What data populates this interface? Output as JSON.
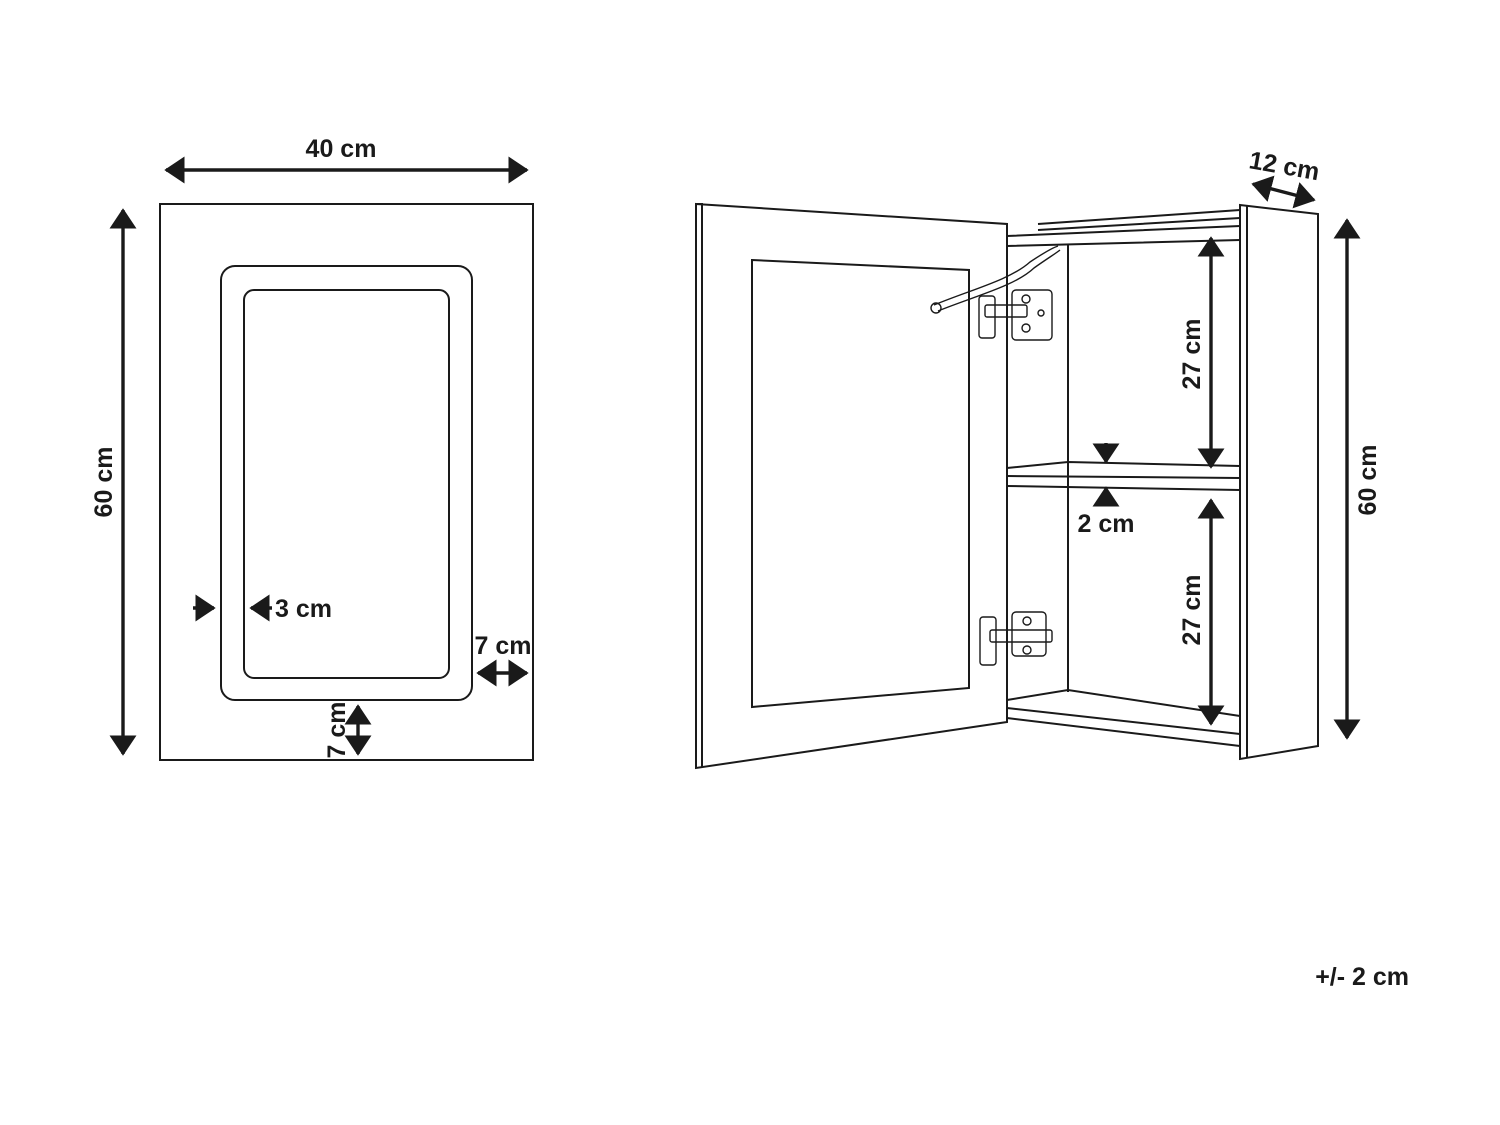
{
  "front_view": {
    "width_label": "40 cm",
    "height_label": "60 cm",
    "led_frame_label": "3 cm",
    "side_margin_label": "7 cm",
    "bottom_margin_label": "7 cm"
  },
  "open_view": {
    "depth_label": "12 cm",
    "height_label": "60 cm",
    "upper_compartment_label": "27 cm",
    "shelf_thickness_label": "2 cm",
    "lower_compartment_label": "27 cm"
  },
  "tolerance_label": "+/- 2 cm",
  "colors": {
    "line": "#1a1a1a",
    "background": "#ffffff"
  }
}
